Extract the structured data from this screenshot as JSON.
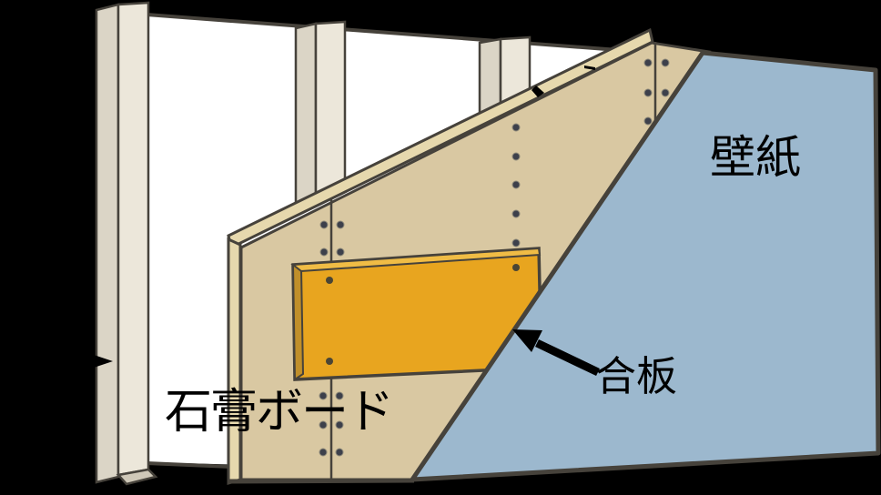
{
  "diagram_title": "wall-construction-cross-section",
  "labels": {
    "wallpaper": "壁紙",
    "plywood": "合板",
    "gypsum_board": "石膏ボード"
  },
  "colors": {
    "background": "#000000",
    "back_panel_white": "#ffffff",
    "stud_front": "#ece7da",
    "stud_side": "#dbd5c6",
    "stud_bottom": "#cfc8b8",
    "gypsum_front": "#d9c8a2",
    "gypsum_edge": "#e6d8ad",
    "plywood_front": "#e8a51f",
    "plywood_edge_top": "#f0bc45",
    "plywood_edge_side": "#c08f2a",
    "wallpaper_blue": "#9cb8ce",
    "outline_dark": "#46423b",
    "screw_dark": "#3d404b",
    "arrow_black": "#000000",
    "label_text": "#000000"
  }
}
